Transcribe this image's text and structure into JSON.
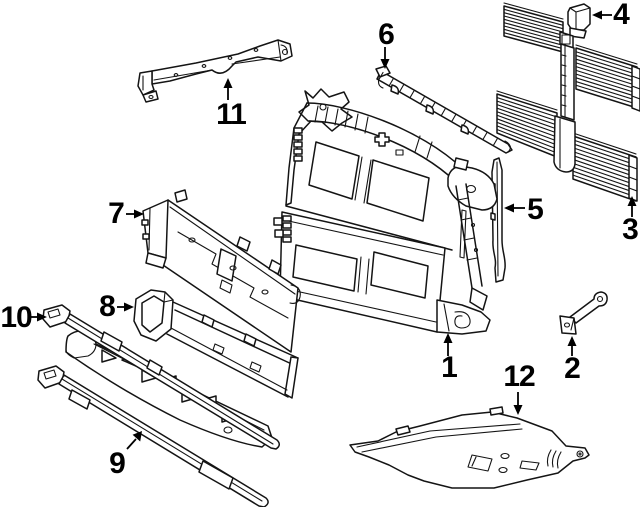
{
  "canvas": {
    "background": "#ffffff",
    "line_color": "#141414",
    "label_color": "#000000"
  },
  "callouts": [
    {
      "label": "1"
    },
    {
      "label": "2"
    },
    {
      "label": "3"
    },
    {
      "label": "4"
    },
    {
      "label": "5"
    },
    {
      "label": "6"
    },
    {
      "label": "7"
    },
    {
      "label": "8"
    },
    {
      "label": "9"
    },
    {
      "label": "10"
    },
    {
      "label": "11"
    },
    {
      "label": "12"
    }
  ]
}
